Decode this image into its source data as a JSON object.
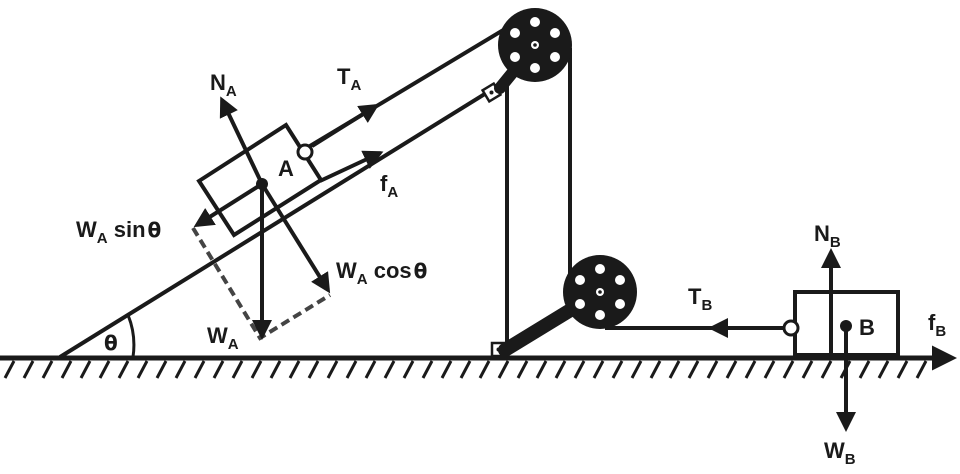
{
  "labels": {
    "normal_a": {
      "main": "N",
      "sub": "A"
    },
    "tension_a": {
      "main": "T",
      "sub": "A"
    },
    "friction_a": {
      "main": "f",
      "sub": "A"
    },
    "block_a": "A",
    "weight_a_sin": {
      "main": "W",
      "sub": "A",
      "rest": " sin",
      "sym": "θ"
    },
    "weight_a_cos": {
      "main": "W",
      "sub": "A",
      "rest": " cos",
      "sym": "θ"
    },
    "weight_a": {
      "main": "W",
      "sub": "A"
    },
    "angle": "θ",
    "normal_b": {
      "main": "N",
      "sub": "B"
    },
    "tension_b": {
      "main": "T",
      "sub": "B"
    },
    "block_b": "B",
    "friction_b": {
      "main": "f",
      "sub": "B"
    },
    "weight_b": {
      "main": "W",
      "sub": "B"
    }
  },
  "colors": {
    "ink": "#1a1a1a",
    "background": "#ffffff"
  }
}
